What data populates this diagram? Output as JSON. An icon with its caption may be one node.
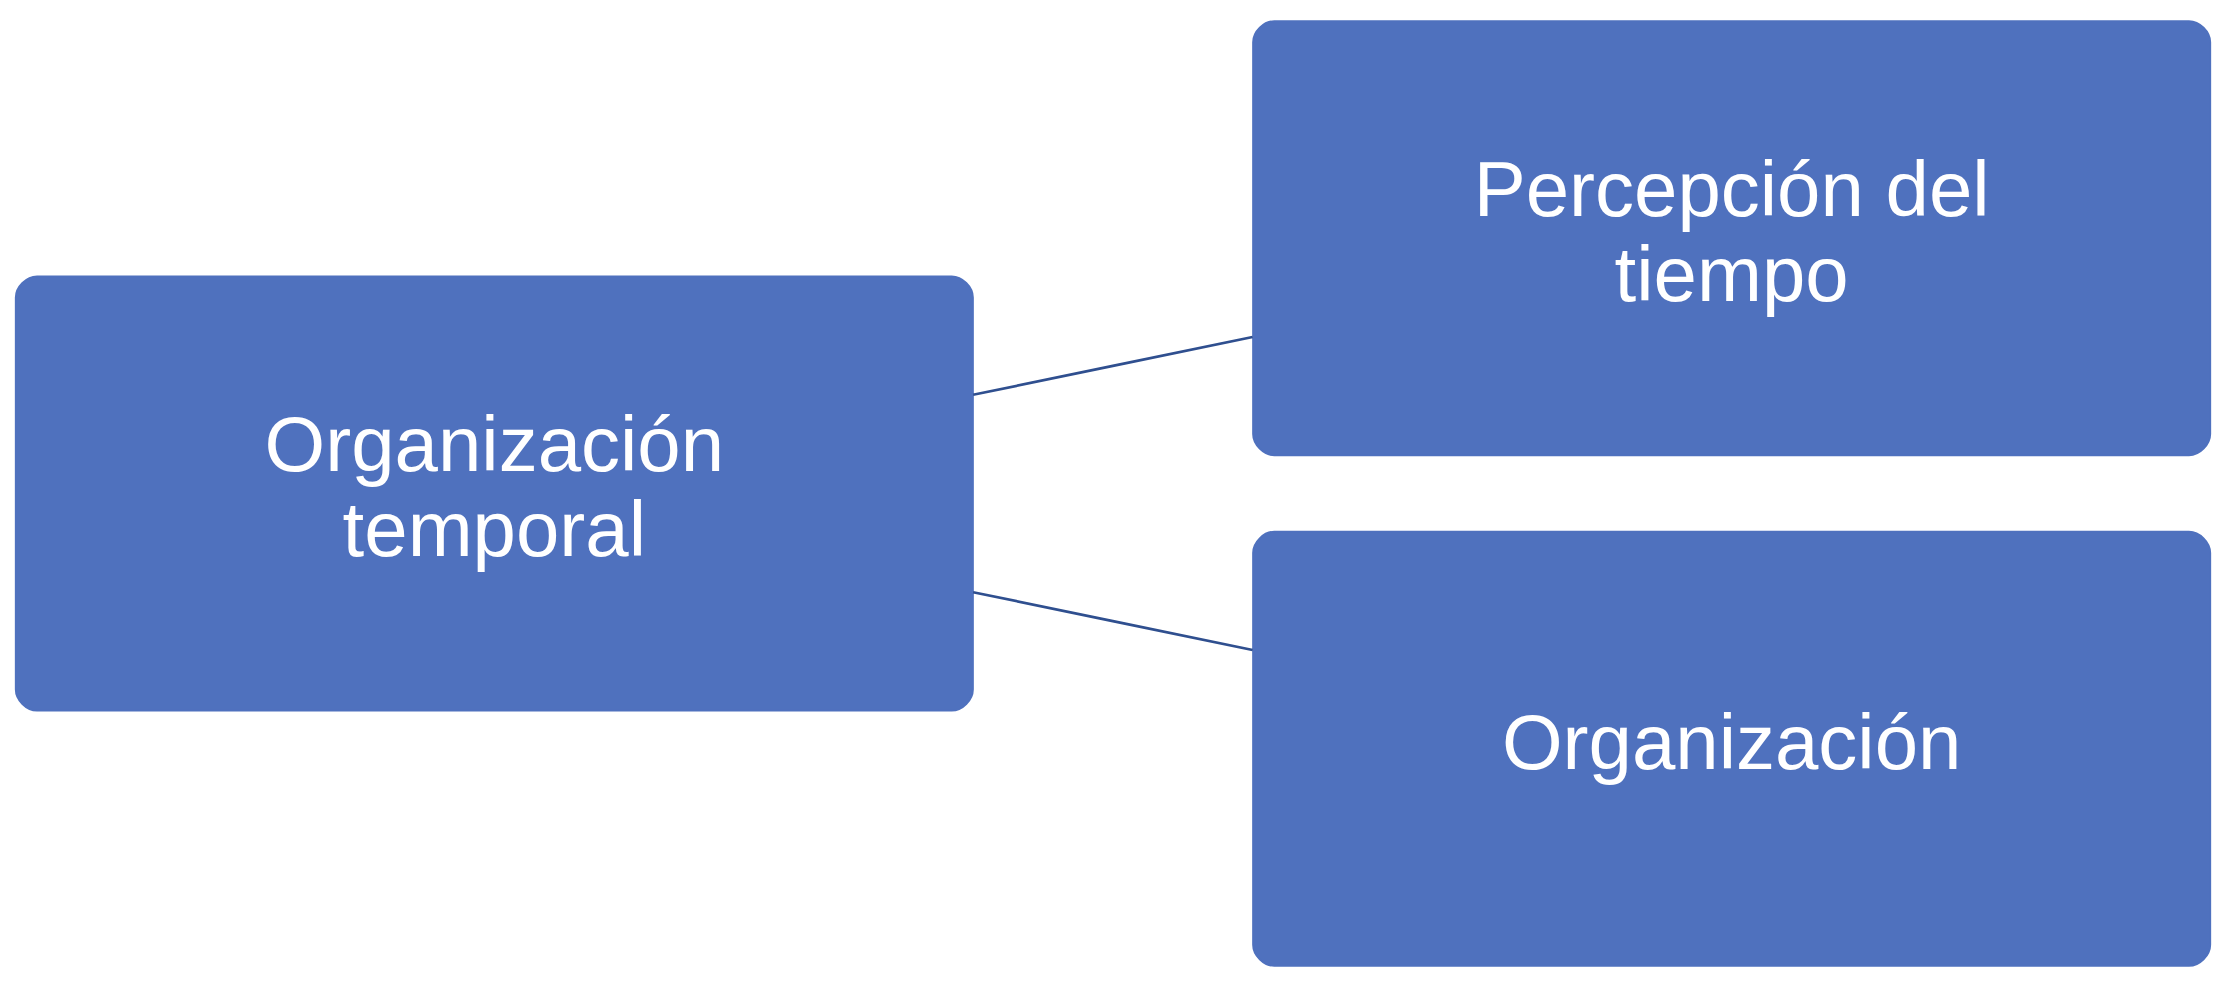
{
  "diagram": {
    "nodes": [
      {
        "text": [
          "Organización temporal"
        ]
      },
      {
        "text": [
          "Percepción del tiempo"
        ]
      },
      {
        "text": [
          "Organización"
        ]
      }
    ],
    "edges": [
      {
        "from": 0,
        "to": 1,
        "arrow": "none"
      },
      {
        "from": 0,
        "to": 2,
        "arrow": "none"
      }
    ]
  }
}
